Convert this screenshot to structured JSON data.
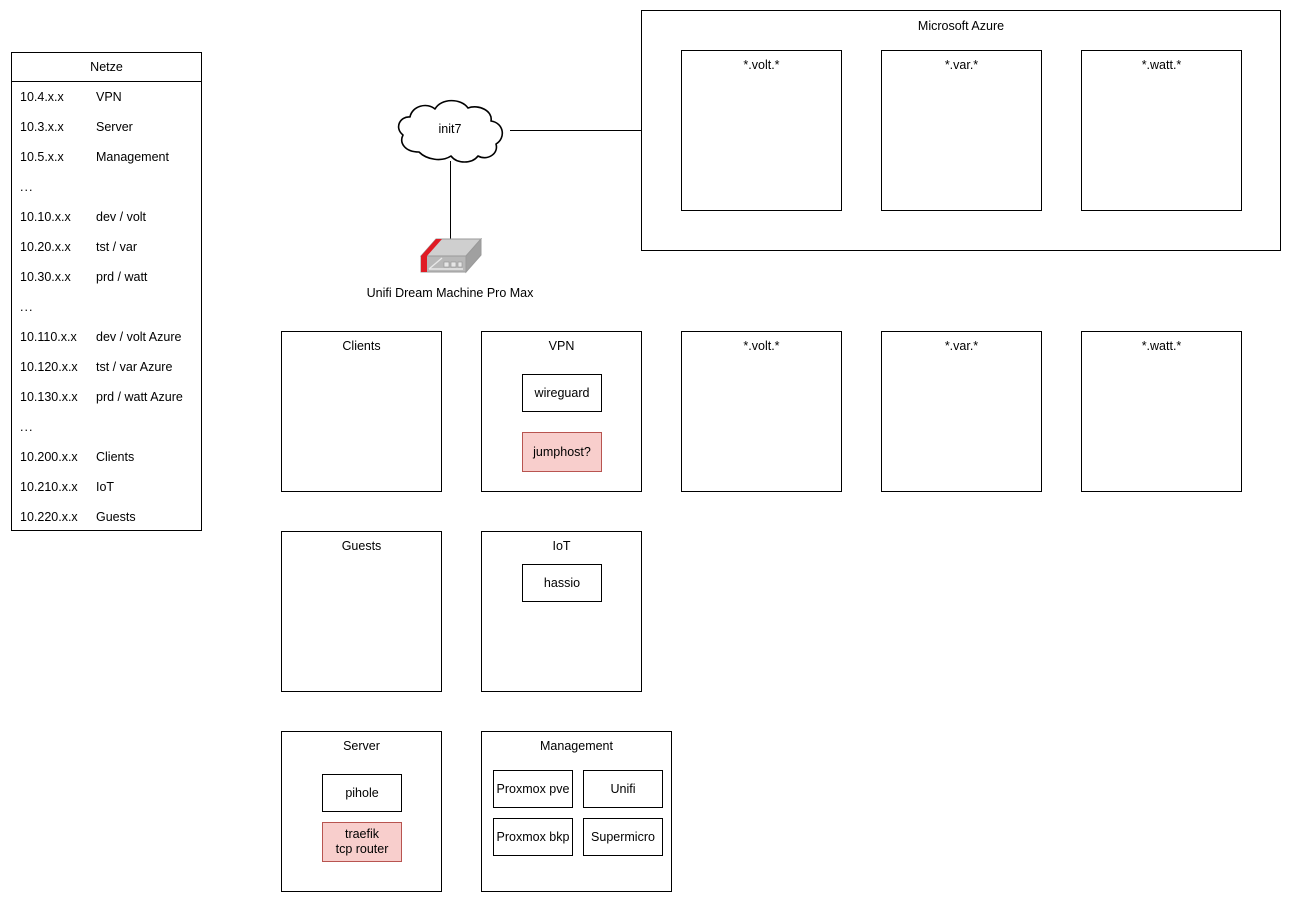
{
  "netze": {
    "title": "Netze",
    "rows": [
      {
        "cidr": "10.4.x.x",
        "name": "VPN"
      },
      {
        "cidr": "10.3.x.x",
        "name": "Server"
      },
      {
        "cidr": "10.5.x.x",
        "name": "Management"
      },
      {
        "cidr": "...",
        "name": ""
      },
      {
        "cidr": "10.10.x.x",
        "name": "dev / volt"
      },
      {
        "cidr": "10.20.x.x",
        "name": "tst / var"
      },
      {
        "cidr": "10.30.x.x",
        "name": "prd / watt"
      },
      {
        "cidr": "...",
        "name": ""
      },
      {
        "cidr": "10.110.x.x",
        "name": "dev / volt Azure"
      },
      {
        "cidr": "10.120.x.x",
        "name": "tst / var Azure"
      },
      {
        "cidr": "10.130.x.x",
        "name": "prd / watt Azure"
      },
      {
        "cidr": "...",
        "name": ""
      },
      {
        "cidr": "10.200.x.x",
        "name": "Clients"
      },
      {
        "cidr": "10.210.x.x",
        "name": "IoT"
      },
      {
        "cidr": "10.220.x.x",
        "name": "Guests"
      }
    ]
  },
  "cloud": {
    "label": "init7"
  },
  "device": {
    "label": "Unifi Dream Machine Pro Max",
    "icon": "firewall-appliance-icon"
  },
  "azure": {
    "title": "Microsoft Azure",
    "zones": [
      {
        "title": "*.volt.*"
      },
      {
        "title": "*.var.*"
      },
      {
        "title": "*.watt.*"
      }
    ]
  },
  "zones_row1": [
    {
      "title": "Clients",
      "nodes": []
    },
    {
      "title": "VPN",
      "nodes": [
        {
          "label": "wireguard",
          "highlight": false
        },
        {
          "label": "jumphost?",
          "highlight": true
        }
      ]
    },
    {
      "title": "*.volt.*",
      "nodes": []
    },
    {
      "title": "*.var.*",
      "nodes": []
    },
    {
      "title": "*.watt.*",
      "nodes": []
    }
  ],
  "zones_row2": [
    {
      "title": "Guests",
      "nodes": []
    },
    {
      "title": "IoT",
      "nodes": [
        {
          "label": "hassio",
          "highlight": false
        }
      ]
    }
  ],
  "zones_row3": [
    {
      "title": "Server",
      "nodes": [
        {
          "label": "pihole",
          "highlight": false
        },
        {
          "label": "traefik\ntcp router",
          "highlight": true
        }
      ]
    },
    {
      "title": "Management",
      "nodes": [
        {
          "label": "Proxmox pve",
          "highlight": false
        },
        {
          "label": "Unifi",
          "highlight": false
        },
        {
          "label": "Proxmox bkp",
          "highlight": false
        },
        {
          "label": "Supermicro",
          "highlight": false
        }
      ]
    }
  ],
  "colors": {
    "stroke": "#000000",
    "fill": "#ffffff",
    "highlight_fill": "#f8cecc",
    "highlight_stroke": "#b85450",
    "device_body": "#c0c0c0",
    "device_accent": "#e01b24"
  }
}
